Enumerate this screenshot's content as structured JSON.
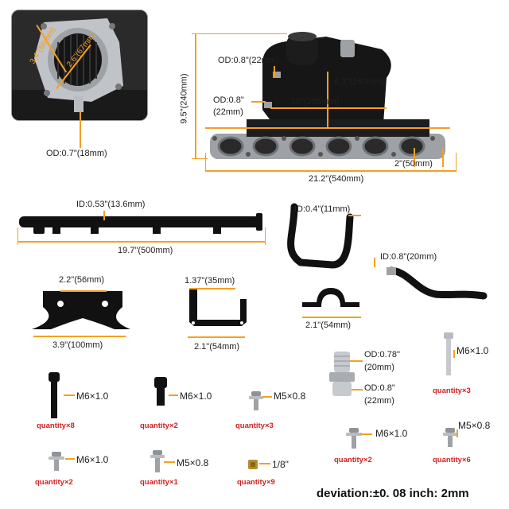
{
  "inset": {
    "dim_outer": "3.4\"(86mm)",
    "dim_inner": "2.6\"(67mm)",
    "od_nipple": "OD:0.7\"(18mm)"
  },
  "manifold": {
    "od_top": "OD:0.8\"(22mm)",
    "od_side_1": "OD:0.8\"",
    "od_side_2": "(22mm)",
    "height_total": "9.5\"(240mm)",
    "height_plenum": "6.3\"(160mm)",
    "width_plenum": "10\"(255mm)",
    "flange_end": "2\"(50mm)",
    "width_total": "21.2\"(540mm)"
  },
  "fuel_rail": {
    "id_label": "ID:0.53\"(13.6mm)",
    "length": "19.7\"(500mm)"
  },
  "hoses": {
    "u_hose_id": "ID:0.4\"(11mm)",
    "long_hose_id": "ID:0.8\"(20mm)"
  },
  "brackets": {
    "large_top": "2.2\"(56mm)",
    "large_bottom": "3.9\"(100mm)",
    "small_top": "1.37\"(35mm)",
    "small_bottom": "2.1\"(54mm)",
    "clamp": "2.1\"(54mm)"
  },
  "fittings": {
    "od_top_1": "OD:0.78\"",
    "od_top_2": "(20mm)",
    "od_bottom_1": "OD:0.8\"",
    "od_bottom_2": "(22mm)"
  },
  "hardware": {
    "m6_long": {
      "size": "M6×1.0",
      "qty": "quantity×8"
    },
    "m6_socket": {
      "size": "M6×1.0",
      "qty": "quantity×2"
    },
    "m5_washer": {
      "size": "M5×0.8",
      "qty": "quantity×3"
    },
    "m6_right": {
      "size": "M6×1.0",
      "qty": "quantity×3"
    },
    "m6_flange": {
      "size": "M6×1.0",
      "qty": "quantity×2"
    },
    "m5_right": {
      "size": "M5×0.8",
      "qty": "quantity×6"
    },
    "m6_small": {
      "size": "M6×1.0",
      "qty": "quantity×2"
    },
    "m5_small": {
      "size": "M5×0.8",
      "qty": "quantity×1"
    },
    "plug": {
      "size": "1/8\"",
      "qty": "quantity×9"
    }
  },
  "deviation": "deviation:±0. 08 inch: 2mm",
  "colors": {
    "accent": "#f5a021",
    "qty": "#d32020",
    "part": "#111111",
    "metal": "#b9bcc0"
  }
}
